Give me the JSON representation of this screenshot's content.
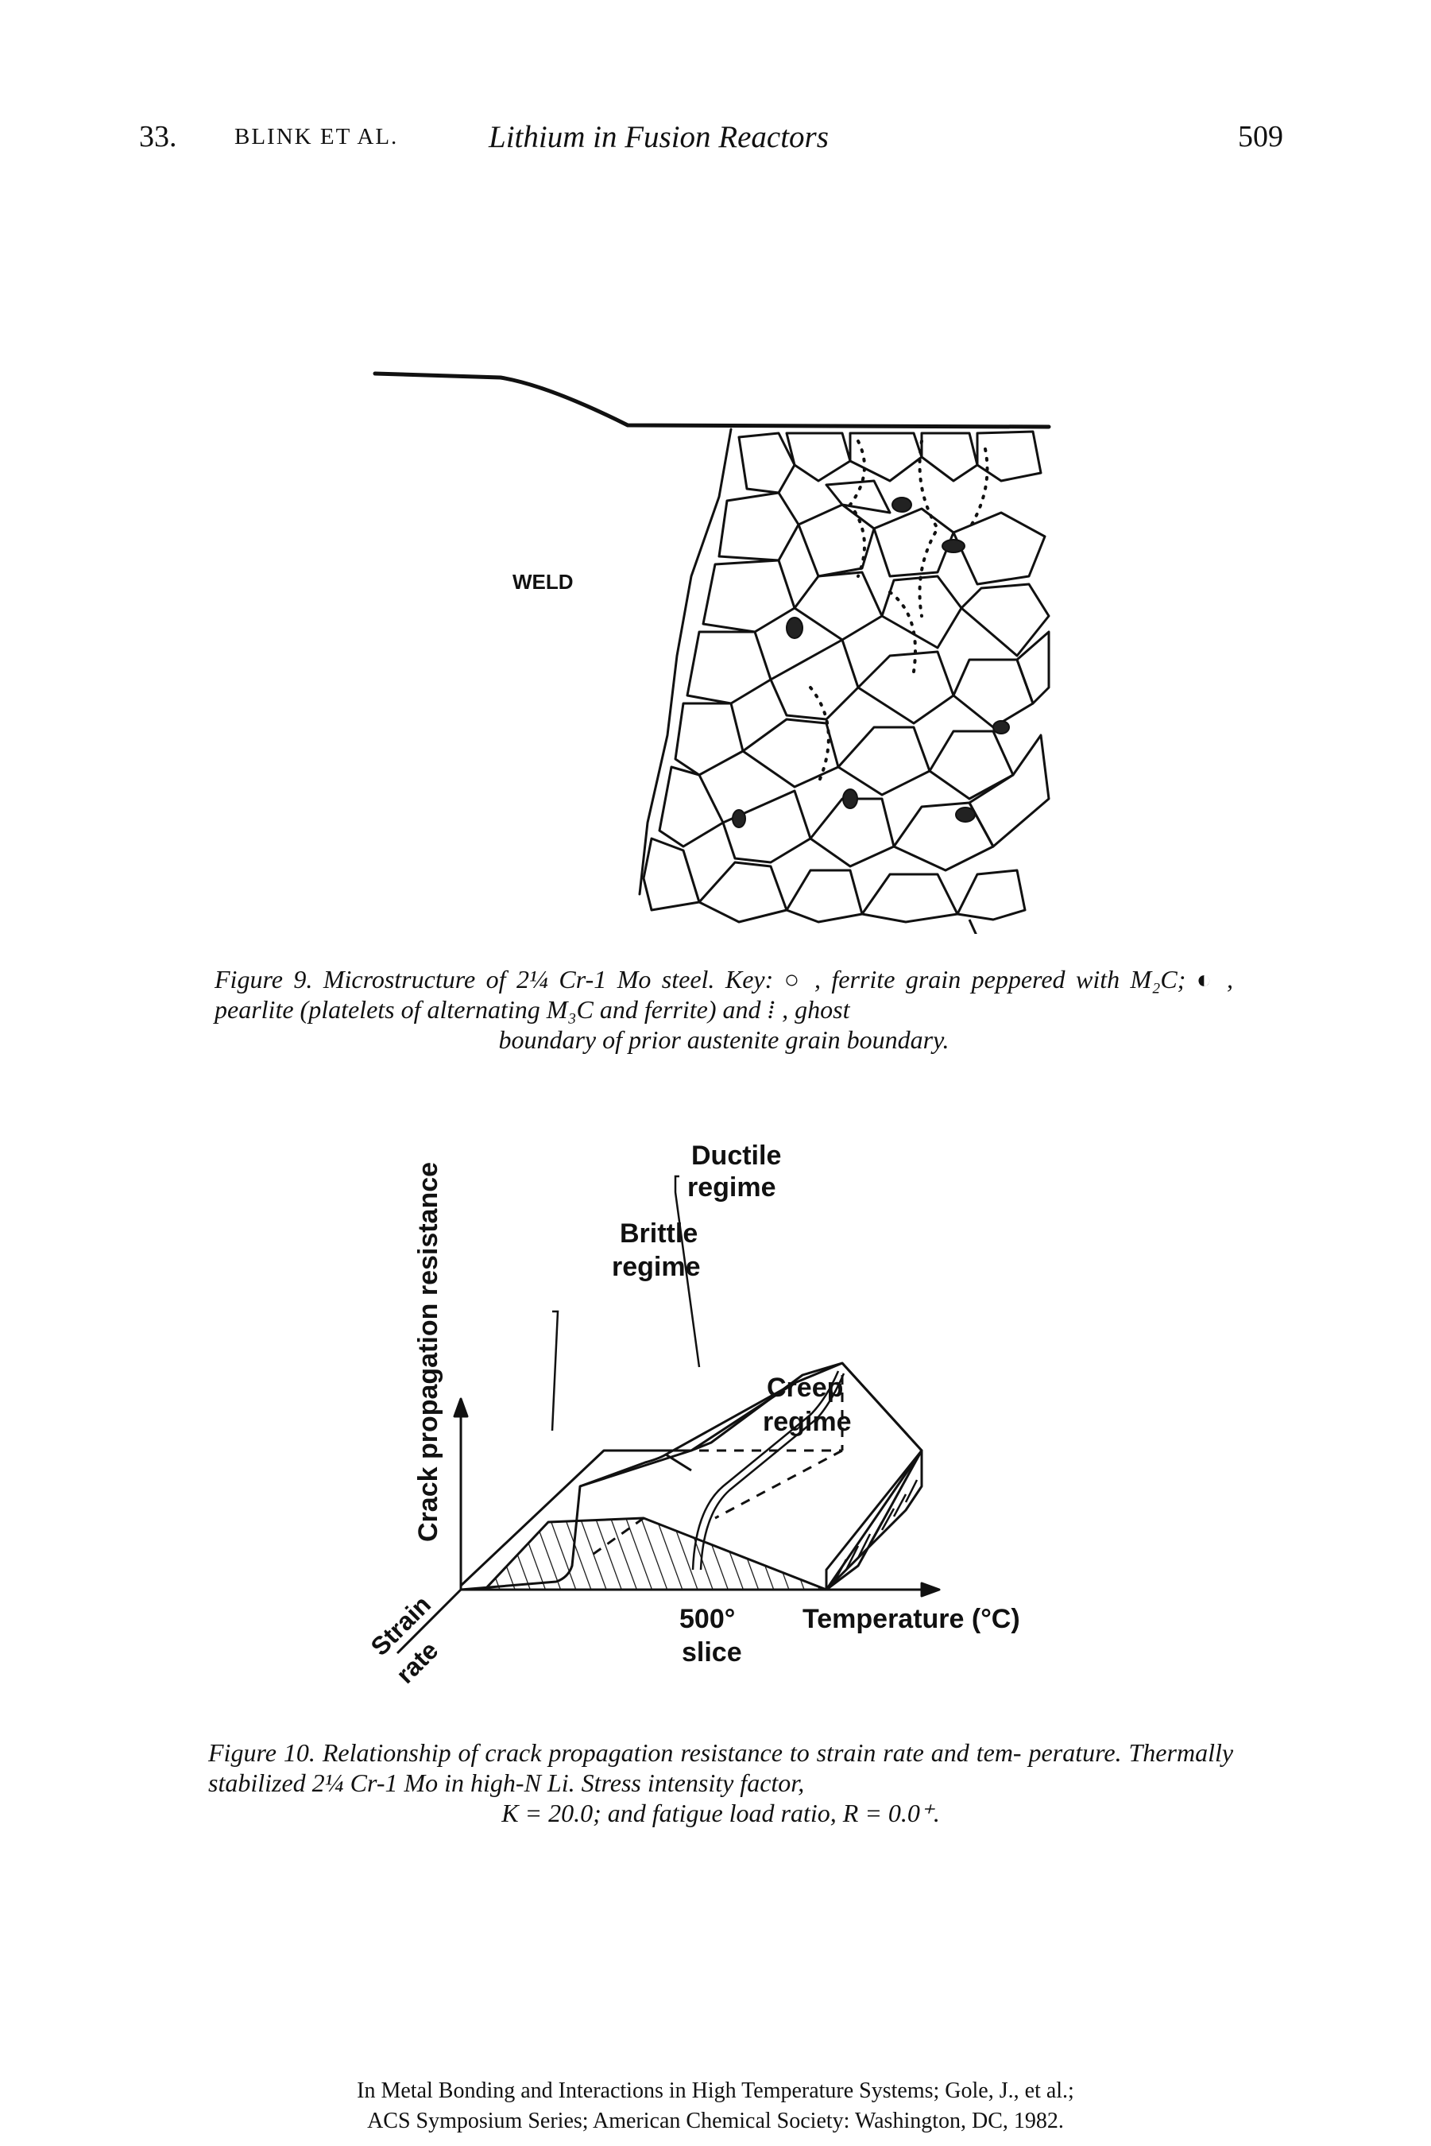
{
  "header": {
    "chapter": "33.",
    "authors": "BLINK ET AL.",
    "running_title": "Lithium in Fusion Reactors",
    "page_number": "509"
  },
  "figure9": {
    "weld_label": "WELD",
    "caption_label": "Figure 9.",
    "caption_lines": [
      "Microstructure of 2¼ Cr-1 Mo steel. Key: ○ , ferrite grain peppered",
      "with M₂C; ◐ , pearlite (platelets of alternating M₃C and ferrite) and ⁞ , ghost"
    ],
    "caption_last": "boundary of prior austenite grain boundary."
  },
  "figure10": {
    "y_axis_label": "Crack propagation resistance",
    "x_axis_label": "Temperature (°C)",
    "depth_axis_label_1": "Strain",
    "depth_axis_label_2": "rate",
    "slice_label_1": "500°",
    "slice_label_2": "slice",
    "brittle_label_1": "Brittle",
    "brittle_label_2": "regime",
    "ductile_label_1": "Ductile",
    "ductile_label_2": "regime",
    "creep_label_1": "Creep",
    "creep_label_2": "regime",
    "caption_label": "Figure 10.",
    "caption_lines": [
      "Relationship of crack propagation resistance to strain rate and tem-",
      "perature. Thermally stabilized 2¼ Cr-1 Mo in high-N Li. Stress intensity factor,"
    ],
    "caption_last": "K = 20.0; and fatigue load ratio, R = 0.0⁺."
  },
  "footer": {
    "line1": "In Metal Bonding and Interactions in High Temperature Systems; Gole, J., et al.;",
    "line2": "ACS Symposium Series; American Chemical Society: Washington, DC, 1982."
  }
}
